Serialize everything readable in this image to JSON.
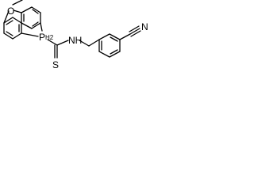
{
  "molecule": {
    "atoms": {
      "oxygen": "O",
      "phosphorus": "P",
      "phosphorus_h_count": "H2",
      "sulfur": "S",
      "amine": "NH",
      "nitrile_nitrogen": "N"
    }
  }
}
